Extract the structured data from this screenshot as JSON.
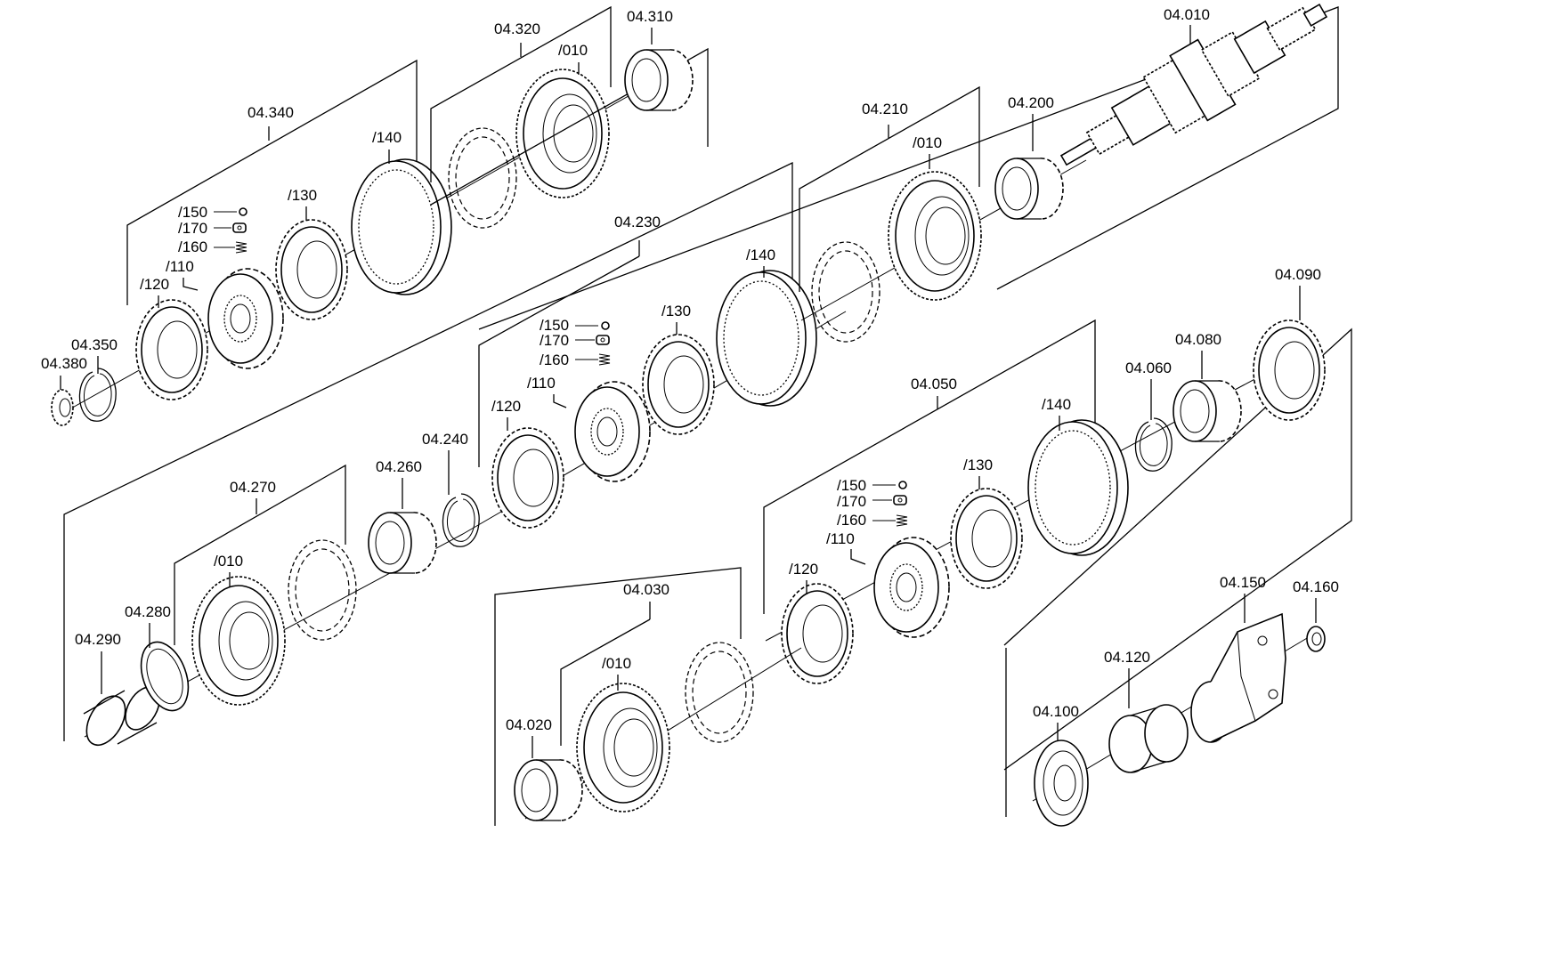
{
  "labels": {
    "p04010": "04.010",
    "p04020": "04.020",
    "p04030": "04.030",
    "p04050": "04.050",
    "p04060": "04.060",
    "p04080": "04.080",
    "p04090": "04.090",
    "p04100": "04.100",
    "p04120": "04.120",
    "p04150": "04.150",
    "p04160": "04.160",
    "p04200": "04.200",
    "p04210": "04.210",
    "p04230": "04.230",
    "p04240": "04.240",
    "p04260": "04.260",
    "p04270": "04.270",
    "p04280": "04.280",
    "p04290": "04.290",
    "p04310": "04.310",
    "p04320": "04.320",
    "p04340": "04.340",
    "p04350": "04.350",
    "p04380": "04.380",
    "s010": "/010",
    "s110": "/110",
    "s120": "/120",
    "s130": "/130",
    "s140": "/140",
    "s150": "/150",
    "s160": "/160",
    "s170": "/170"
  }
}
